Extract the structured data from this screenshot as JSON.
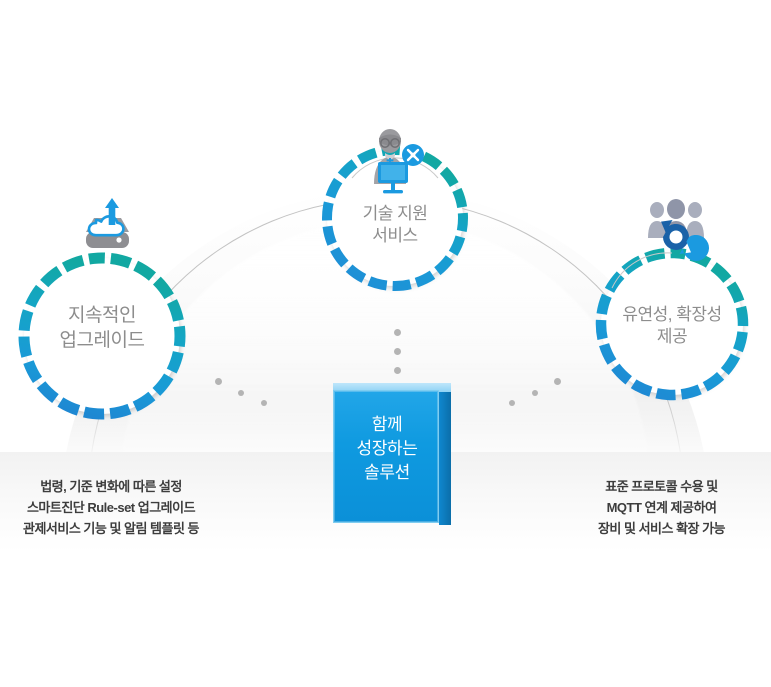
{
  "diagram": {
    "title_box": {
      "text": "함께\n성장하는\n솔루션",
      "name": "core-solution-box"
    },
    "nodes": [
      {
        "id": "continuous-upgrade",
        "label": "지속적인\n업그레이드",
        "icon": "cloud-upload-server-icon"
      },
      {
        "id": "technical-support",
        "label": "기술 지원\n서비스",
        "icon": "engineer-laptop-support-icon"
      },
      {
        "id": "flexibility-scalability",
        "label": "유연성, 확장성\n제공",
        "icon": "people-sync-refresh-icon"
      }
    ],
    "captions": [
      {
        "id": "caption-left",
        "text": "법령, 기준 변화에 따른 설정\n스마트진단 Rule-set 업그레이드\n관제서비스 기능 및 알림 템플릿 등"
      },
      {
        "id": "caption-right",
        "text": "표준 프로토콜 수용 및\nMQTT 연계 제공하여\n장비 및 서비스 확장 가능"
      }
    ],
    "colors": {
      "ring_blue": "#1a9ad7",
      "ring_teal": "#13a8a4",
      "box_blue": "#0f9ae0",
      "label_gray": "#8d8d8d",
      "caption_gray": "#3d3d3d",
      "dot_gray": "#b4b4b4"
    }
  }
}
